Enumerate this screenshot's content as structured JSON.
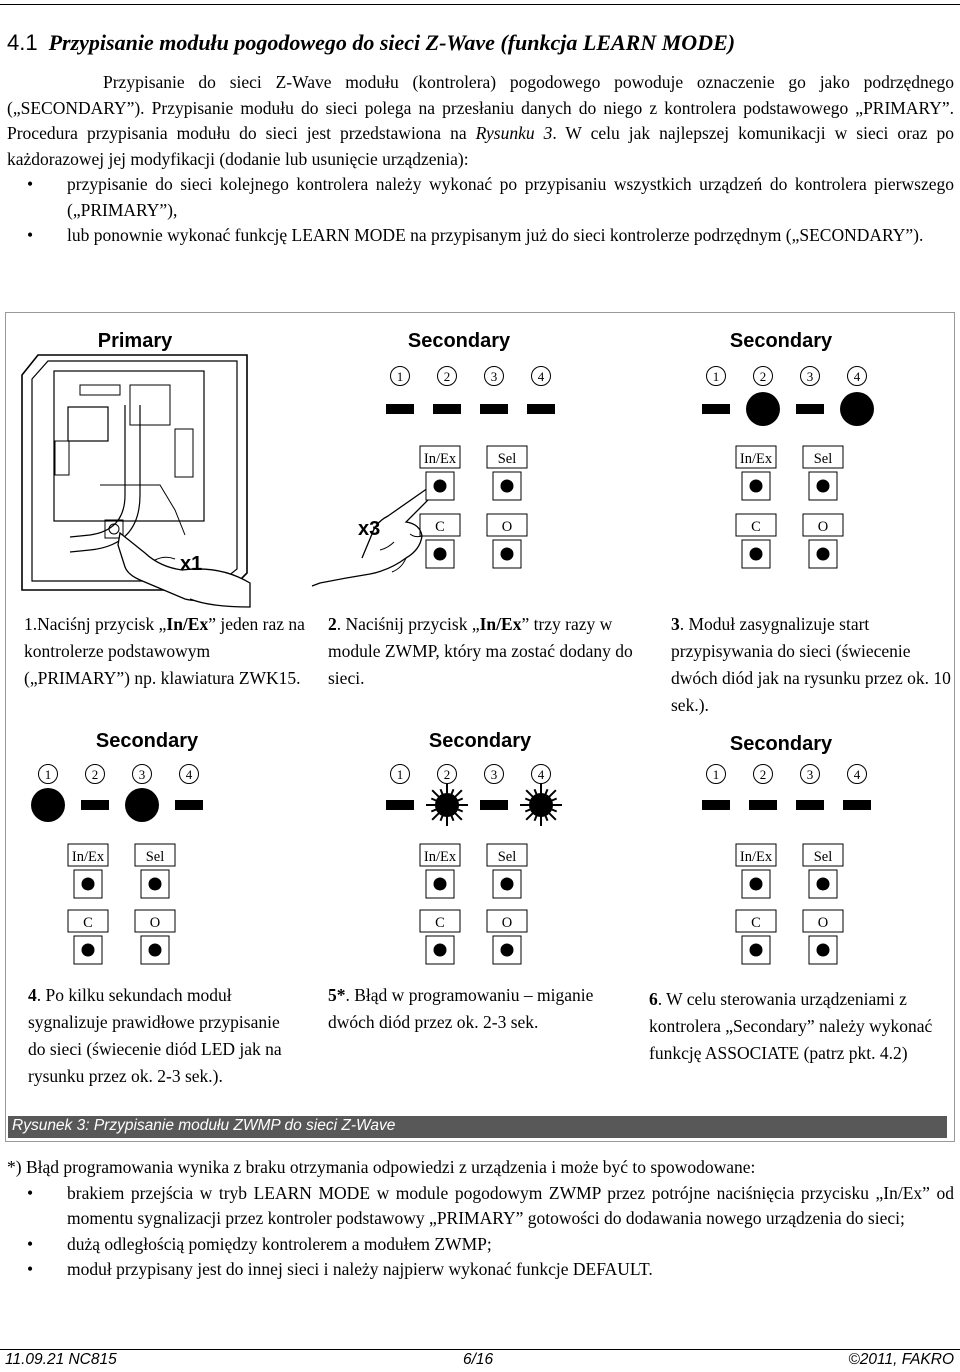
{
  "heading": {
    "number": "4.1",
    "title": "Przypisanie modułu pogodowego do sieci Z-Wave (funkcja LEARN MODE)"
  },
  "intro": {
    "p1_a": "Przypisanie do sieci Z-Wave modułu (kontrolera) pogodowego powoduje oznaczenie go jako podrzędnego („SECONDARY”). Przypisanie modułu do sieci polega na przesłaniu danych do niego z kontrolera podstawowego „PRIMARY”. Procedura przypisania modułu do sieci jest przedstawiona na ",
    "p1_ref": "Rysunku 3",
    "p1_b": ". W celu jak najlepszej komunikacji w sieci oraz po każdorazowej jej modyfikacji (dodanie lub usunięcie urządzenia):",
    "bullet_char": "•",
    "bullets": [
      "przypisanie do sieci kolejnego kontrolera należy wykonać po przypisaniu wszystkich urządzeń do kontrolera pierwszego („PRIMARY”),",
      "lub ponownie wykonać funkcję LEARN MODE na przypisanym już do sieci kontrolerze podrzędnym („SECONDARY”)."
    ]
  },
  "figure": {
    "panels": [
      {
        "title": "Primary"
      },
      {
        "title": "Secondary"
      },
      {
        "title": "Secondary"
      },
      {
        "title": "Secondary"
      },
      {
        "title": "Secondary"
      },
      {
        "title": "Secondary"
      }
    ],
    "led_numbers": [
      "1",
      "2",
      "3",
      "4"
    ],
    "button_labels": {
      "inex": "In/Ex",
      "sel": "Sel",
      "c": "C",
      "o": "O"
    },
    "hand_labels": {
      "x1": "x1",
      "x3": "x3"
    },
    "panel_led_states": [
      null,
      [
        "off",
        "off",
        "off",
        "off"
      ],
      [
        "off",
        "on",
        "off",
        "on"
      ],
      [
        "on",
        "off",
        "on",
        "off"
      ],
      [
        "off",
        "blink",
        "off",
        "blink"
      ],
      [
        "off",
        "off",
        "off",
        "off"
      ]
    ],
    "steps": [
      {
        "num": "1",
        "pre": ".Naciśnj przycisk „",
        "key": "In/Ex",
        "post": "” jeden raz na kontrolerze podstawowym („PRIMARY”) np. klawiatura ZWK15."
      },
      {
        "num": "2",
        "pre": ". Naciśnij przycisk „",
        "key": "In/Ex",
        "post": "” trzy razy w module ZWMP, który ma zostać dodany do sieci."
      },
      {
        "num": "3",
        "text": ". Moduł zasygnalizuje start przypisywania do sieci (świecenie dwóch diód jak na rysunku przez ok. 10 sek.)."
      },
      {
        "num": "4",
        "text": ". Po kilku sekundach moduł sygnalizuje prawidłowe przypisanie do sieci (świecenie diód LED jak na rysunku przez ok. 2-3 sek.)."
      },
      {
        "num": "5*",
        "text": ". Błąd w programowaniu – miganie dwóch diód przez ok. 2-3 sek."
      },
      {
        "num": "6",
        "text": ". W celu sterowania urządzeniami z kontrolera „Secondary” należy wykonać funkcję ASSOCIATE (patrz pkt. 4.2)"
      }
    ],
    "caption": "Rysunek 3: Przypisanie modułu ZWMP do sieci Z-Wave"
  },
  "footnote": {
    "text": "*) Błąd programowania wynika z braku otrzymania odpowiedzi z urządzenia i może być to spowodowane:",
    "bullets": [
      "brakiem przejścia w tryb LEARN MODE w module pogodowym ZWMP przez potrójne naciśnięcia przycisku „In/Ex” od momentu sygnalizacji przez kontroler podstawowy „PRIMARY” gotowości do dodawania nowego urządzenia do sieci;",
      "dużą odległością pomiędzy kontrolerem a modułem ZWMP;",
      "moduł przypisany jest do innej sieci i należy najpierw wykonać funkcje DEFAULT."
    ]
  },
  "footer": {
    "left": "11.09.21 NC815",
    "center": "6/16",
    "right": "©2011, FAKRO"
  }
}
